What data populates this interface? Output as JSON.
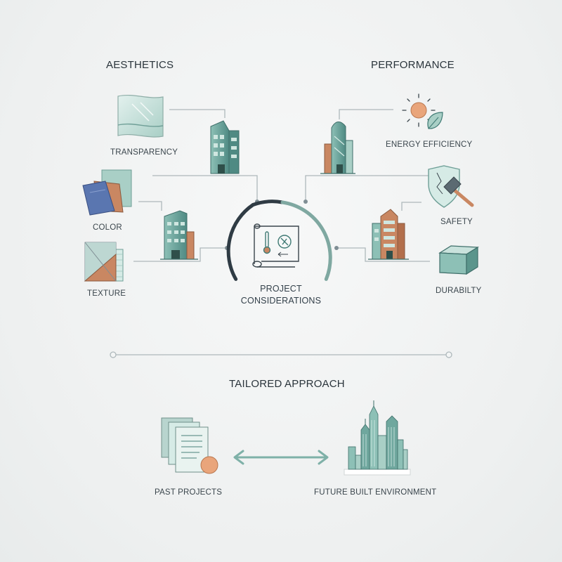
{
  "sections": {
    "aesthetics": "AESTHETICS",
    "performance": "PERFORMANCE",
    "tailored": "TAILORED APPROACH"
  },
  "aesthetics_items": [
    "TRANSPARENCY",
    "COLOR",
    "TEXTURE"
  ],
  "performance_items": [
    "ENERGY EFFICIENCY",
    "SAFETY",
    "DURABILTY"
  ],
  "center": {
    "line1": "PROJECT",
    "line2": "CONSIDERATIONS"
  },
  "bottom": {
    "left": "PAST PROJECTS",
    "right": "FUTURE BUILT ENVIRONMENT"
  },
  "colors": {
    "teal": "#6fa79e",
    "teal_dark": "#3f7a74",
    "teal_light": "#a9cfc6",
    "terracotta": "#c98762",
    "blue": "#5a76b0",
    "sun": "#e9a57b",
    "line": "#aeb8bb",
    "ring": "#2f3b44"
  },
  "icons": [
    "glass-panel-icon",
    "office-tower-icon",
    "color-swatches-icon",
    "mid-rise-building-icon",
    "texture-samples-icon",
    "glass-tower-icon",
    "sun-leaf-icon",
    "shield-hammer-icon",
    "brick-building-icon",
    "cube-icon",
    "blueprint-icon",
    "documents-icon",
    "skyline-icon",
    "double-arrow-icon"
  ]
}
